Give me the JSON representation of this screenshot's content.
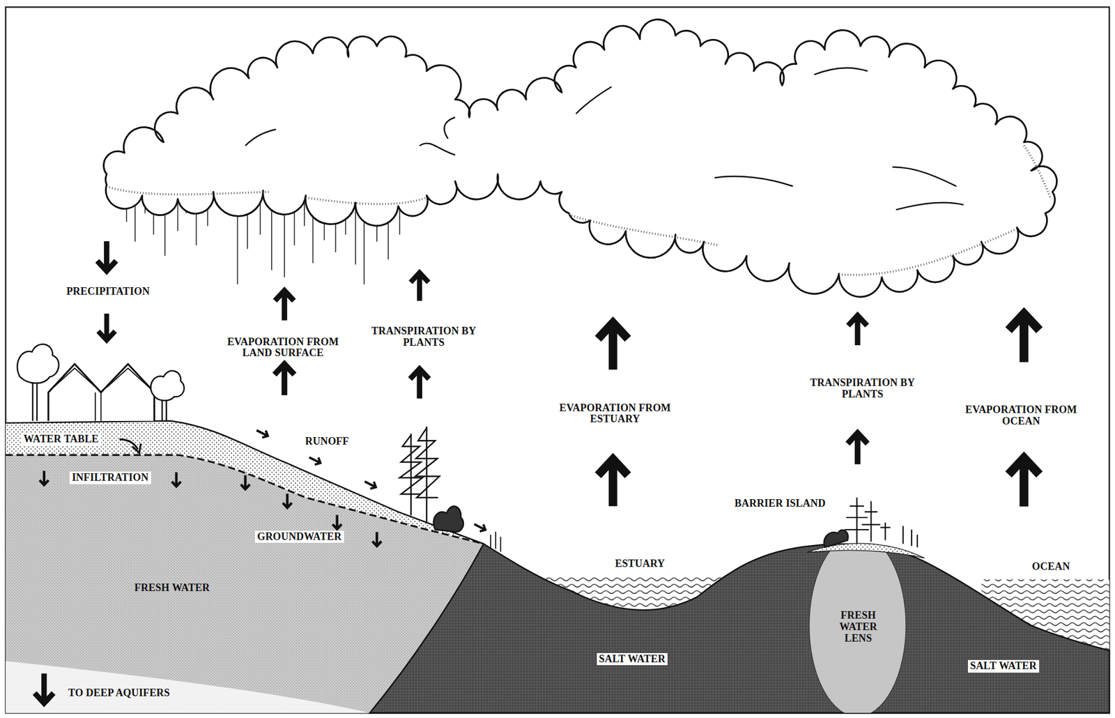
{
  "diagram": {
    "labels": [
      "PRECIPITATION",
      "EVAPORATION FROM LAND SURFACE",
      "TRANSPIRATION BY PLANTS",
      "EVAPORATION FROM ESTUARY",
      "TRANSPIRATION BY PLANTS",
      "EVAPORATION FROM OCEAN",
      "WATER TABLE",
      "RUNOFF",
      "INFILTRATION",
      "BARRIER ISLAND",
      "GROUNDWATER",
      "ESTUARY",
      "OCEAN",
      "FRESH WATER",
      "FRESH WATER LENS",
      "SALT WATER",
      "SALT WATER",
      "TO DEEP AQUIFERS"
    ]
  }
}
